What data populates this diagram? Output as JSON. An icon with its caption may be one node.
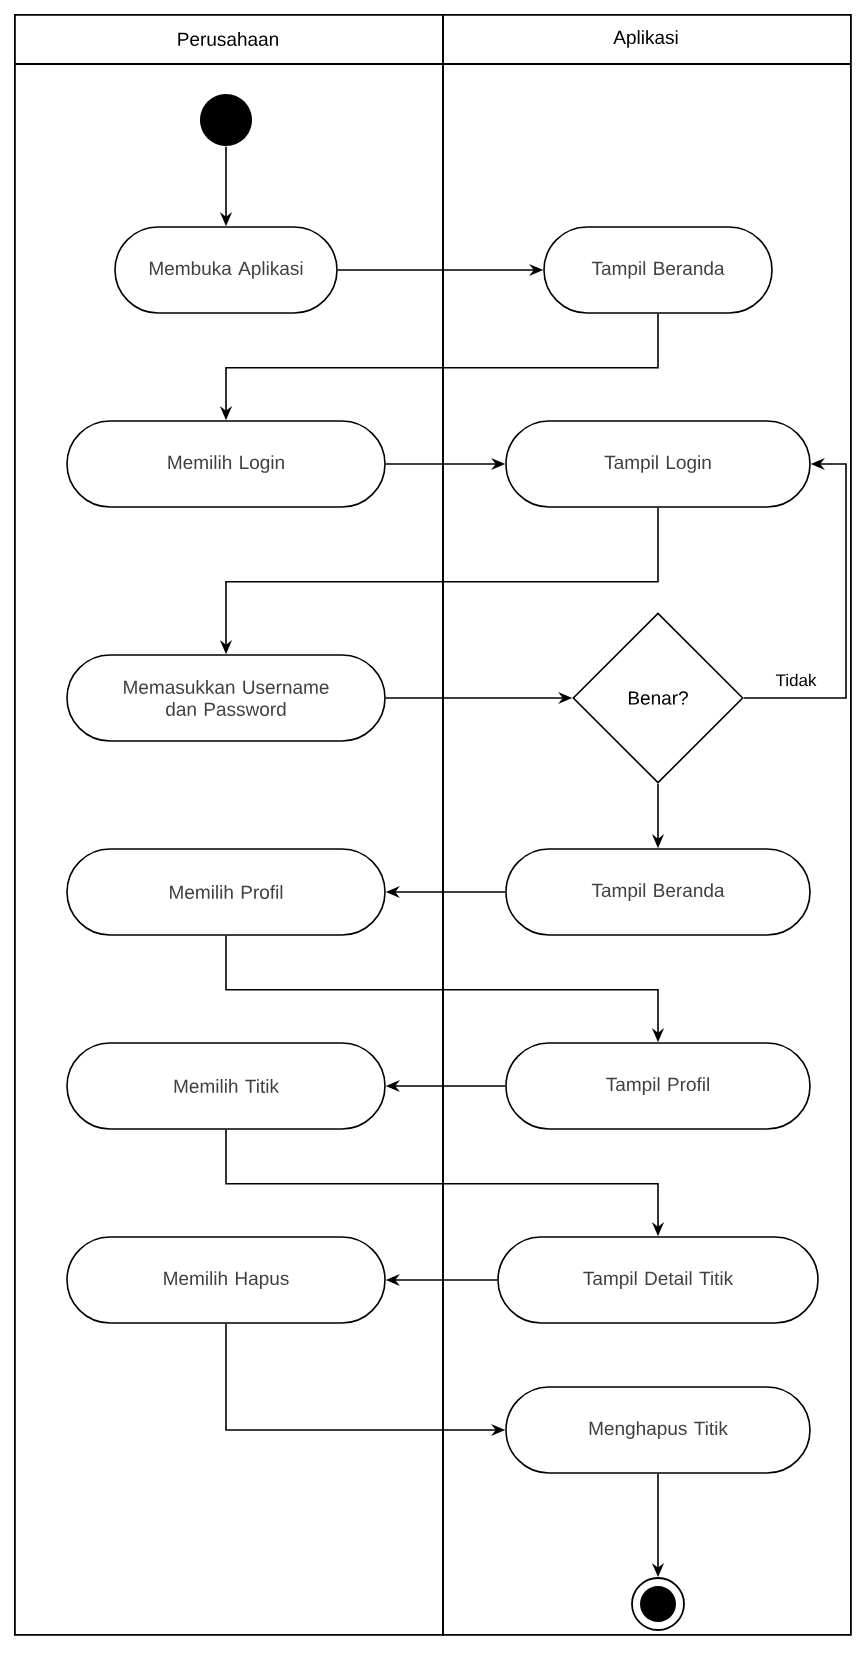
{
  "diagram": {
    "nodes": [
      {
        "text": [
          "Perusahaan"
        ]
      },
      {
        "text": [
          "Aplikasi"
        ]
      },
      {
        "text": [],
        "shape": "circle",
        "in": 0
      },
      {
        "text": [
          "Membuka Aplikasi"
        ],
        "in": 0
      },
      {
        "text": [
          "Tampil Beranda"
        ],
        "in": 1
      },
      {
        "text": [
          "Memilih Login"
        ],
        "in": 0
      },
      {
        "text": [
          "Tampil Login"
        ],
        "in": 1
      },
      {
        "text": [
          "Memasukkan Username dan Password"
        ],
        "in": 0
      },
      {
        "text": [
          "Benar?"
        ],
        "in": 1
      },
      {
        "text": [
          "Tampil Beranda"
        ],
        "in": 1
      },
      {
        "text": [
          "Memilih Profil"
        ],
        "in": 0
      },
      {
        "text": [
          "Tampil Profil"
        ],
        "in": 1
      },
      {
        "text": [
          "Memilih Titik"
        ],
        "in": 0
      },
      {
        "text": [
          "Tampil Detail Titik"
        ],
        "in": 1
      },
      {
        "text": [
          "Memilih Hapus"
        ],
        "in": 0
      },
      {
        "text": [
          "Menghapus Titik"
        ],
        "in": 1
      },
      {
        "text": [],
        "shape": "circle",
        "in": 1
      }
    ],
    "edges": [
      {
        "from": 2,
        "to": 3,
        "arrow": "to"
      },
      {
        "from": 3,
        "to": 4,
        "arrow": "to"
      },
      {
        "from": 4,
        "to": 5,
        "arrow": "to"
      },
      {
        "from": 5,
        "to": 6,
        "arrow": "to"
      },
      {
        "from": 6,
        "to": 7,
        "arrow": "to"
      },
      {
        "from": 7,
        "to": 8,
        "arrow": "to"
      },
      {
        "from": 8,
        "to": 6,
        "arrow": "to",
        "label": "Tidak"
      },
      {
        "from": 8,
        "to": 9,
        "arrow": "to"
      },
      {
        "from": 9,
        "to": 10,
        "arrow": "to"
      },
      {
        "from": 10,
        "to": 11,
        "arrow": "to"
      },
      {
        "from": 11,
        "to": 12,
        "arrow": "to"
      },
      {
        "from": 12,
        "to": 13,
        "arrow": "to"
      },
      {
        "from": 13,
        "to": 14,
        "arrow": "to"
      },
      {
        "from": 14,
        "to": 15,
        "arrow": "to"
      },
      {
        "from": 15,
        "to": 16,
        "arrow": "to"
      }
    ]
  }
}
